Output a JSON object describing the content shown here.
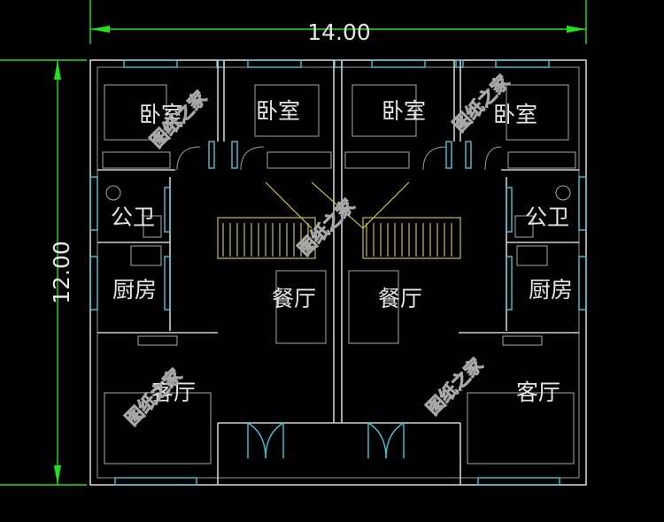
{
  "dimensions": {
    "width_label": "14.00",
    "height_label": "12.00"
  },
  "rooms": {
    "bedroom_1": "卧室",
    "bedroom_2": "卧室",
    "bedroom_3": "卧室",
    "bedroom_4": "卧室",
    "bathroom_left": "公卫",
    "bathroom_right": "公卫",
    "kitchen_left": "厨房",
    "kitchen_right": "厨房",
    "dining_left": "餐厅",
    "dining_right": "餐厅",
    "living_left": "客厅",
    "living_right": "客厅"
  },
  "watermark": "图纸之家",
  "colors": {
    "background": "#000000",
    "walls": "#cfcfcf",
    "windows_doors": "#3fc7d9",
    "stairs": "#d8d23a",
    "dimension_lines": "#1ee21e",
    "labels": "#e6e6e6"
  }
}
